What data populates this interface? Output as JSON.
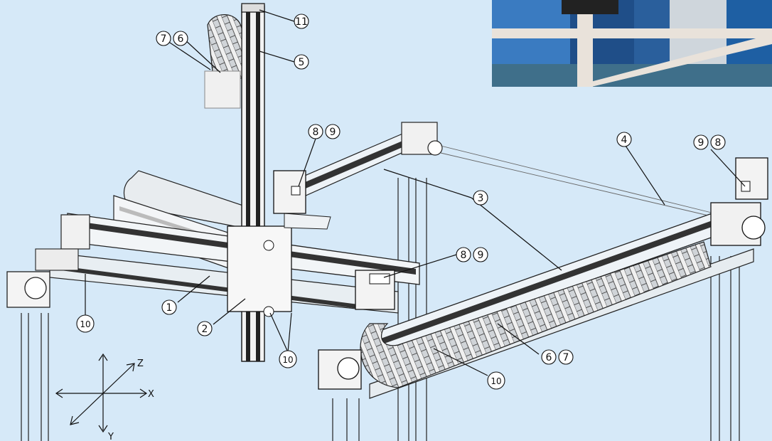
{
  "diagram": {
    "callouts": [
      {
        "id": "c11",
        "label": "11"
      },
      {
        "id": "c5",
        "label": "5"
      },
      {
        "id": "c7a",
        "label": "7"
      },
      {
        "id": "c6a",
        "label": "6"
      },
      {
        "id": "c8a",
        "label": "8"
      },
      {
        "id": "c9a",
        "label": "9"
      },
      {
        "id": "c4",
        "label": "4"
      },
      {
        "id": "c9b",
        "label": "9"
      },
      {
        "id": "c8b",
        "label": "8"
      },
      {
        "id": "c3",
        "label": "3"
      },
      {
        "id": "c8c",
        "label": "8"
      },
      {
        "id": "c9c",
        "label": "9"
      },
      {
        "id": "c1",
        "label": "1"
      },
      {
        "id": "c2",
        "label": "2"
      },
      {
        "id": "c10a",
        "label": "10"
      },
      {
        "id": "c10b",
        "label": "10"
      },
      {
        "id": "c6b",
        "label": "6"
      },
      {
        "id": "c7b",
        "label": "7"
      },
      {
        "id": "c10c",
        "label": "10"
      }
    ],
    "axes": {
      "x": "X",
      "y": "Y",
      "z": "Z"
    }
  },
  "colors": {
    "background": "#d6e9f8",
    "line": "#111111",
    "photo_blue": "#2f6fb5",
    "photo_frame": "#e9e2da"
  }
}
